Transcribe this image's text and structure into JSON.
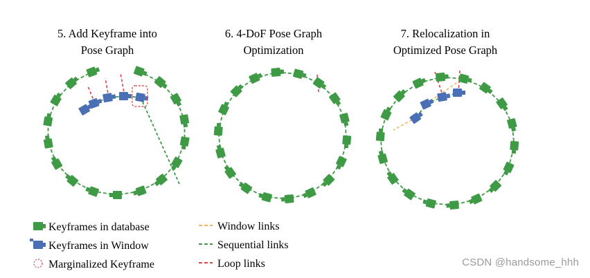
{
  "panels": [
    {
      "title_line1": "5. Add Keyframe into",
      "title_line2": "Pose Graph"
    },
    {
      "title_line1": "6. 4-DoF Pose Graph",
      "title_line2": "Optimization"
    },
    {
      "title_line1": "7. Relocalization in",
      "title_line2": "Optimized Pose Graph"
    }
  ],
  "legend": {
    "database": "Keyframes in database",
    "window": "Keyframes in Window",
    "marginalized": "Marginalized Keyframe",
    "window_links": "Window links",
    "sequential_links": "Sequential links",
    "loop_links": "Loop links"
  },
  "colors": {
    "database_keyframe": "#3f9a45",
    "window_keyframe": "#4a6fb5",
    "marginalized": "#e05a5a",
    "window_link": "#f2b45b",
    "sequential_link": "#3f9a45",
    "loop_link": "#e0404a"
  },
  "watermark": "CSDN @handsome_hhh"
}
